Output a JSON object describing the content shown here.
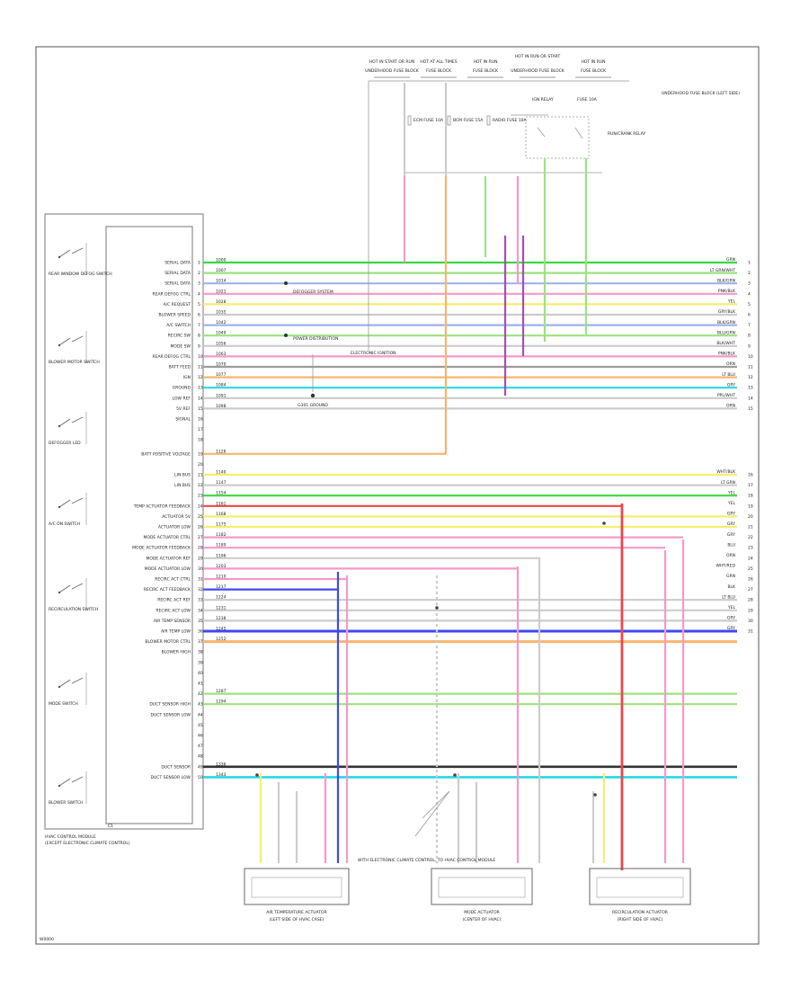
{
  "figure_code": "W0000",
  "top_fuses": [
    {
      "title": "HOT IN START OR RUN",
      "name": "UNDERHOOD FUSE BLOCK"
    },
    {
      "title": "HOT AT ALL TIMES",
      "name": "FUSE BLOCK"
    },
    {
      "title": "HOT IN RUN",
      "name": "FUSE BLOCK"
    },
    {
      "title": "HOT IN RUN OR START",
      "name": "UNDERHOOD FUSE BLOCK"
    },
    {
      "title": "HOT IN RUN",
      "name": "FUSE BLOCK"
    }
  ],
  "top_components": [
    {
      "label": "ECM FUSE 10A"
    },
    {
      "label": "BCM FUSE 15A"
    },
    {
      "label": "RADIO FUSE 10A"
    },
    {
      "label": "IGN RELAY"
    },
    {
      "label": "FUSE 10A"
    },
    {
      "label": "RUN/CRANK RELAY"
    },
    {
      "label": "UNDERHOOD FUSE BLOCK (LEFT SIDE)"
    }
  ],
  "left_components": [
    {
      "label": "REAR WINDOW DEFOG SWITCH"
    },
    {
      "label": "BLOWER MOTOR SWITCH"
    },
    {
      "label": "DEFOGGER LED"
    },
    {
      "label": "A/C ON SWITCH"
    },
    {
      "label": "RECIRCULATION SWITCH"
    },
    {
      "label": "MODE SWITCH"
    },
    {
      "label": "BLOWER SWITCH"
    }
  ],
  "hvac_module": {
    "name": "HVAC CONTROL MODULE",
    "subtitle": "(EXCEPT ELECTRONIC CLIMATE CONTROL)",
    "connector": "C1"
  },
  "pin_labels": [
    "SERIAL DATA",
    "SERIAL DATA",
    "SERIAL DATA",
    "REAR DEFOG CTRL",
    "A/C REQUEST",
    "BLOWER SPEED",
    "A/C SWITCH",
    "RECIRC SW",
    "MODE SW",
    "REAR DEFOG CTRL",
    "BATT FEED",
    "IGN",
    "GROUND",
    "LOW REF",
    "5V REF",
    "SIGNAL",
    "",
    "",
    "BATT POSITIVE VOLTAGE",
    "",
    "LIN BUS",
    "LIN BUS",
    "",
    "TEMP ACTUATOR FEEDBACK",
    "ACTUATOR 5V",
    "ACTUATOR LOW",
    "MODE ACTUATOR CTRL",
    "MODE ACTUATOR FEEDBACK",
    "MODE ACTUATOR REF",
    "MODE ACTUATOR LOW",
    "RECIRC ACT CTRL",
    "RECIRC ACT FEEDBACK",
    "RECIRC ACT REF",
    "RECIRC ACT LOW",
    "AIR TEMP SENSOR",
    "AIR TEMP LOW",
    "BLOWER MOTOR CTRL",
    "BLOWER HIGH",
    "",
    "",
    "",
    "",
    "DUCT SENSOR HIGH",
    "DUCT SENSOR LOW",
    "",
    "",
    "",
    "",
    "DUCT SENSOR",
    "DUCT SENSOR LOW"
  ],
  "right_wire_labels": [
    "GRN",
    "LT GRN/WHT",
    "BLK/GRN",
    "PNK/BLK",
    "YEL",
    "GRY/BLK",
    "BLK/GRN",
    "BLU/GRN",
    "BLK/WHT",
    "PNK/BLK",
    "ORN",
    "LT BLU",
    "GRY",
    "PPL/WHT",
    "ORN",
    "WHT/BLK",
    "LT GRN",
    "YEL",
    "YEL",
    "GRY",
    "GRY",
    "GRY",
    "BLU",
    "ORN",
    "WHT/RED",
    "GRN",
    "BLK",
    "LT BLU",
    "YEL",
    "GRY",
    "GRY"
  ],
  "splice_notes": [
    {
      "label": "DEFOGGER SYSTEM"
    },
    {
      "label": "POWER DISTRIBUTION"
    },
    {
      "label": "G301 GROUND"
    },
    {
      "label": "ELECTRONIC IGNITION"
    }
  ],
  "bottom_modules": [
    {
      "name": "AIR TEMPERATURE ACTUATOR",
      "sub": "(LEFT SIDE OF HVAC CASE)"
    },
    {
      "name": "MODE ACTUATOR",
      "sub": "(CENTER OF HVAC)"
    },
    {
      "name": "RECIRCULATION ACTUATOR",
      "sub": "(RIGHT SIDE OF HVAC)"
    }
  ],
  "bottom_note": "WITH ELECTRONIC CLIMATE CONTROL, TO HVAC CONTROL MODULE",
  "wire_colors": {
    "green": "#39d83f",
    "light_green": "#9be37f",
    "blue": "#3f49ee",
    "light_blue": "#9fb2ee",
    "yellow": "#f4ee72",
    "pink": "#f49ac8",
    "red": "#f0444a",
    "orange": "#f9b56d",
    "purple": "#a24fb6",
    "cyan": "#25d9e6",
    "gray": "#9c9c9c",
    "black": "#333333",
    "light_gray": "#cccccc",
    "white": "#eeeeee"
  }
}
